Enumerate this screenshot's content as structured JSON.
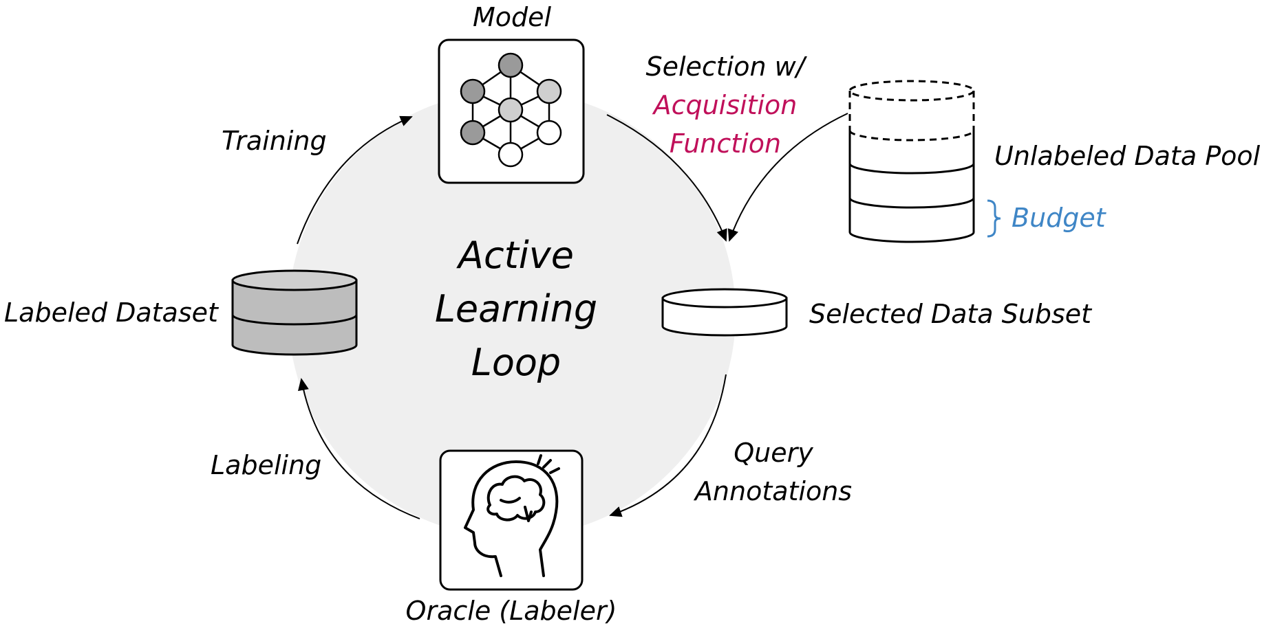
{
  "diagram": {
    "center_title_lines": [
      "Active",
      "Learning",
      "Loop"
    ],
    "nodes": {
      "model": {
        "label": "Model"
      },
      "unlabeled_pool": {
        "label": "Unlabeled Data Pool",
        "budget_label": "Budget"
      },
      "selected_subset": {
        "label": "Selected Data Subset"
      },
      "oracle": {
        "label": "Oracle (Labeler)"
      },
      "labeled_dataset": {
        "label": "Labeled Dataset"
      }
    },
    "edges": {
      "selection": {
        "line1": "Selection w/",
        "line2": "Acquisition",
        "line3": "Function"
      },
      "query": {
        "line1": "Query",
        "line2": "Annotations"
      },
      "labeling": {
        "label": "Labeling"
      },
      "training": {
        "label": "Training"
      }
    },
    "colors": {
      "circle_fill": "#efefef",
      "acquisition_accent": "#c0105a",
      "budget_accent": "#3f86c6",
      "labeled_fill": "#bdbdbd",
      "node_dark": "#9a9a9a",
      "node_light": "#cfcfcf"
    },
    "icons": [
      "neural-network-icon",
      "head-brain-icon",
      "database-icon",
      "brace-icon"
    ]
  }
}
